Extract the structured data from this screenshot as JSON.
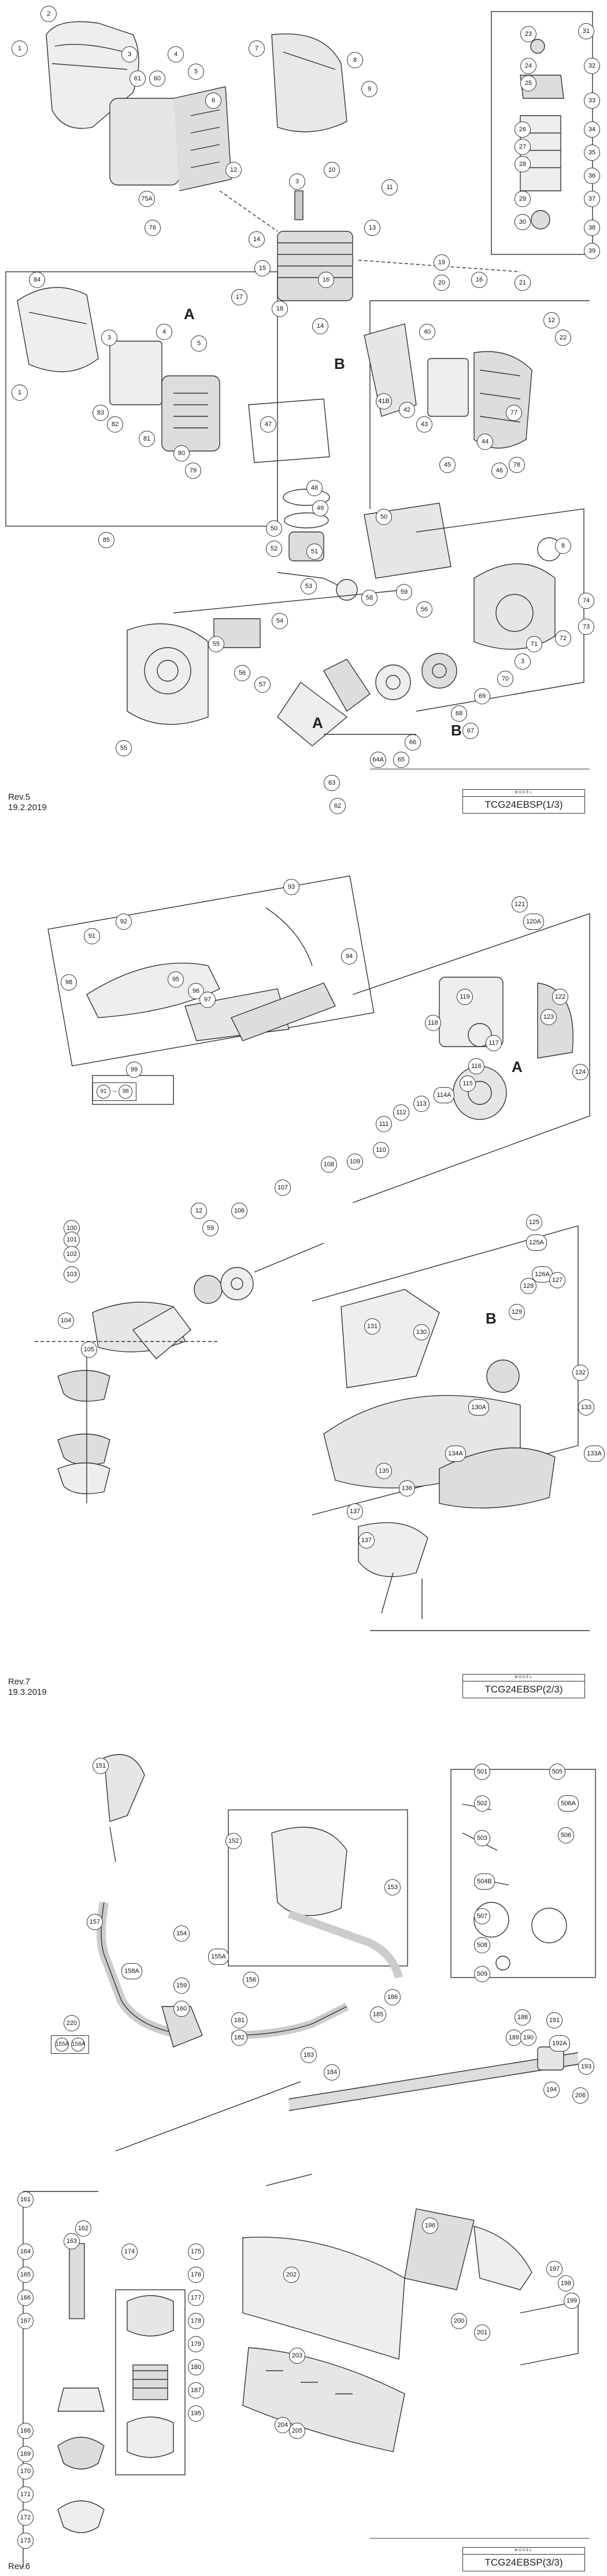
{
  "sheets": [
    {
      "model": "TCG24EBSP(1/3)",
      "model_header": "MODEL",
      "revision": "Rev.5",
      "date": "19.2.2019",
      "letters": [
        "A",
        "B",
        "A",
        "B"
      ],
      "callouts": [
        "1",
        "2",
        "3",
        "4",
        "5",
        "6",
        "75A",
        "76",
        "7",
        "8",
        "9",
        "10",
        "3",
        "11",
        "12",
        "13",
        "14",
        "15",
        "16",
        "17",
        "18",
        "14",
        "19",
        "16",
        "20",
        "21",
        "12",
        "22",
        "23",
        "24",
        "25",
        "26",
        "27",
        "28",
        "29",
        "30",
        "31",
        "32",
        "33",
        "34",
        "35",
        "36",
        "37",
        "38",
        "39",
        "84",
        "3",
        "4",
        "5",
        "1",
        "83",
        "82",
        "81",
        "80",
        "79",
        "85",
        "47",
        "40",
        "41B",
        "42",
        "43",
        "44",
        "45",
        "46",
        "77",
        "78",
        "48",
        "49",
        "50",
        "50",
        "52",
        "51",
        "53",
        "54",
        "55",
        "56",
        "57",
        "58",
        "59",
        "56",
        "55",
        "8",
        "74",
        "73",
        "72",
        "71",
        "3",
        "70",
        "69",
        "68",
        "67",
        "66",
        "65",
        "64A",
        "63",
        "62",
        "61",
        "60"
      ]
    },
    {
      "model": "TCG24EBSP(2/3)",
      "model_header": "MODEL",
      "revision": "Rev.7",
      "date": "19.3.2019",
      "letters": [
        "A",
        "B"
      ],
      "ref_group": {
        "label": "99",
        "from": "91",
        "sep": "~",
        "to": "98"
      },
      "callouts": [
        "93",
        "92",
        "91",
        "98",
        "95",
        "96",
        "97",
        "94",
        "120A",
        "121",
        "122",
        "119",
        "123",
        "118",
        "117",
        "116",
        "115",
        "114A",
        "113",
        "112",
        "111",
        "124",
        "110",
        "109",
        "108",
        "107",
        "106",
        "100",
        "101",
        "102",
        "103",
        "104",
        "105",
        "12",
        "59",
        "125",
        "125A",
        "126A",
        "127",
        "128",
        "129",
        "130",
        "131",
        "132",
        "133",
        "130A",
        "133A",
        "134A",
        "135",
        "136",
        "137",
        "137"
      ]
    },
    {
      "model": "TCG24EBSP(3/3)",
      "model_header": "MODEL",
      "revision": "Rev.6",
      "ref_group": {
        "label": "220",
        "items": [
          "155A",
          "158A"
        ]
      },
      "callouts": [
        "151",
        "152",
        "153",
        "157",
        "154",
        "155A",
        "158A",
        "159",
        "160",
        "156",
        "186",
        "185",
        "181",
        "182",
        "183",
        "184",
        "188",
        "189",
        "190",
        "191",
        "192A",
        "193",
        "194",
        "206",
        "501",
        "502",
        "503",
        "504B",
        "505",
        "506A",
        "506",
        "507",
        "508",
        "509",
        "161",
        "162",
        "163",
        "164",
        "165",
        "166",
        "167",
        "168",
        "169",
        "170",
        "171",
        "172",
        "173",
        "174",
        "175",
        "176",
        "177",
        "178",
        "179",
        "180",
        "187",
        "195",
        "196",
        "197",
        "198",
        "199",
        "200",
        "201",
        "202",
        "203",
        "204",
        "205"
      ]
    }
  ]
}
